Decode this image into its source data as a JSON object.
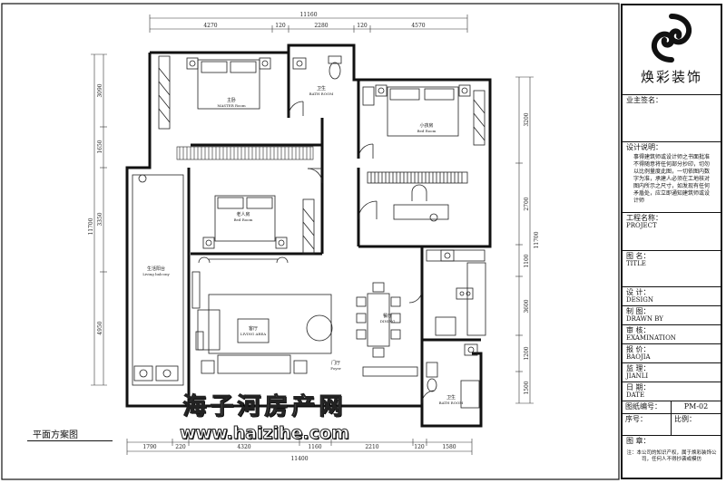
{
  "title_block": {
    "company": "焕彩装饰",
    "owner_label": "业主签名：",
    "design_notes_label": "设计说明：",
    "design_notes_text": "事得建筑师或设计师之书面批准不得随意将任何部分抄印，切勿以比例量度此图，一切依图内数字为准，承建人必须在工地核对图内所示之尺寸，如发现有任何矛盾处，应立即通知建筑师或设计师",
    "project_label": "工程名称：",
    "project_sub": "PROJECT",
    "title_label": "图  名：",
    "title_sub": "TITLE",
    "design_label": "设  计：",
    "design_sub": "DESIGN",
    "drawn_label": "制  图：",
    "drawn_sub": "DRAWN BY",
    "exam_label": "审  核：",
    "exam_sub": "EXAMINATION",
    "report_label": "报  价：",
    "report_sub": "BAOJIA",
    "supervise_label": "监  理：",
    "supervise_sub": "JIANLI",
    "date_label": "日  期：",
    "date_sub": "DATE",
    "drawing_no_label": "图纸编号：",
    "drawing_no_value": "PM-02",
    "seq_label": "序号：",
    "scale_label": "比例：",
    "chapter_label": "图  章：",
    "stamp_text": "注：本公司的知识产权，属于焕彩装饰公司，任何人不得抄袭或模仿"
  },
  "plan": {
    "title": "平面方案图",
    "rooms": {
      "master": "主卧",
      "master_en": "MASTER Room",
      "bath_top": "卫生",
      "bath_top_en": "BATH ROOM",
      "kid_room": "小孩房",
      "kid_room_en": "Bed Room",
      "elder_room": "老人房",
      "elder_room_en": "Bed Room",
      "balcony": "生活阳台",
      "balcony_en": "Living balcony",
      "living": "客厅",
      "living_en": "LIVING AREA",
      "dining": "餐厅",
      "dining_en": "DINING",
      "foyer": "门厅",
      "foyer_en": "Foyer",
      "bath_bottom": "卫生",
      "bath_bottom_en": "BATH ROOM"
    },
    "top_dims": [
      "4270",
      "120",
      "2280",
      "120",
      "4570"
    ],
    "top_total": "11160",
    "bottom_dims": [
      "1790",
      "220",
      "4320",
      "1160",
      "2210",
      "120",
      "1580"
    ],
    "bottom_total": "11400",
    "left_dims": [
      "3090",
      "1650",
      "3350",
      "4950"
    ],
    "left_total": "11700",
    "right_dims": [
      "3200",
      "2700",
      "1100",
      "3600",
      "1200",
      "1500"
    ],
    "right_total": "11700"
  },
  "watermark": {
    "cn": "海子河房产网",
    "url": "www.haizihe.com"
  }
}
